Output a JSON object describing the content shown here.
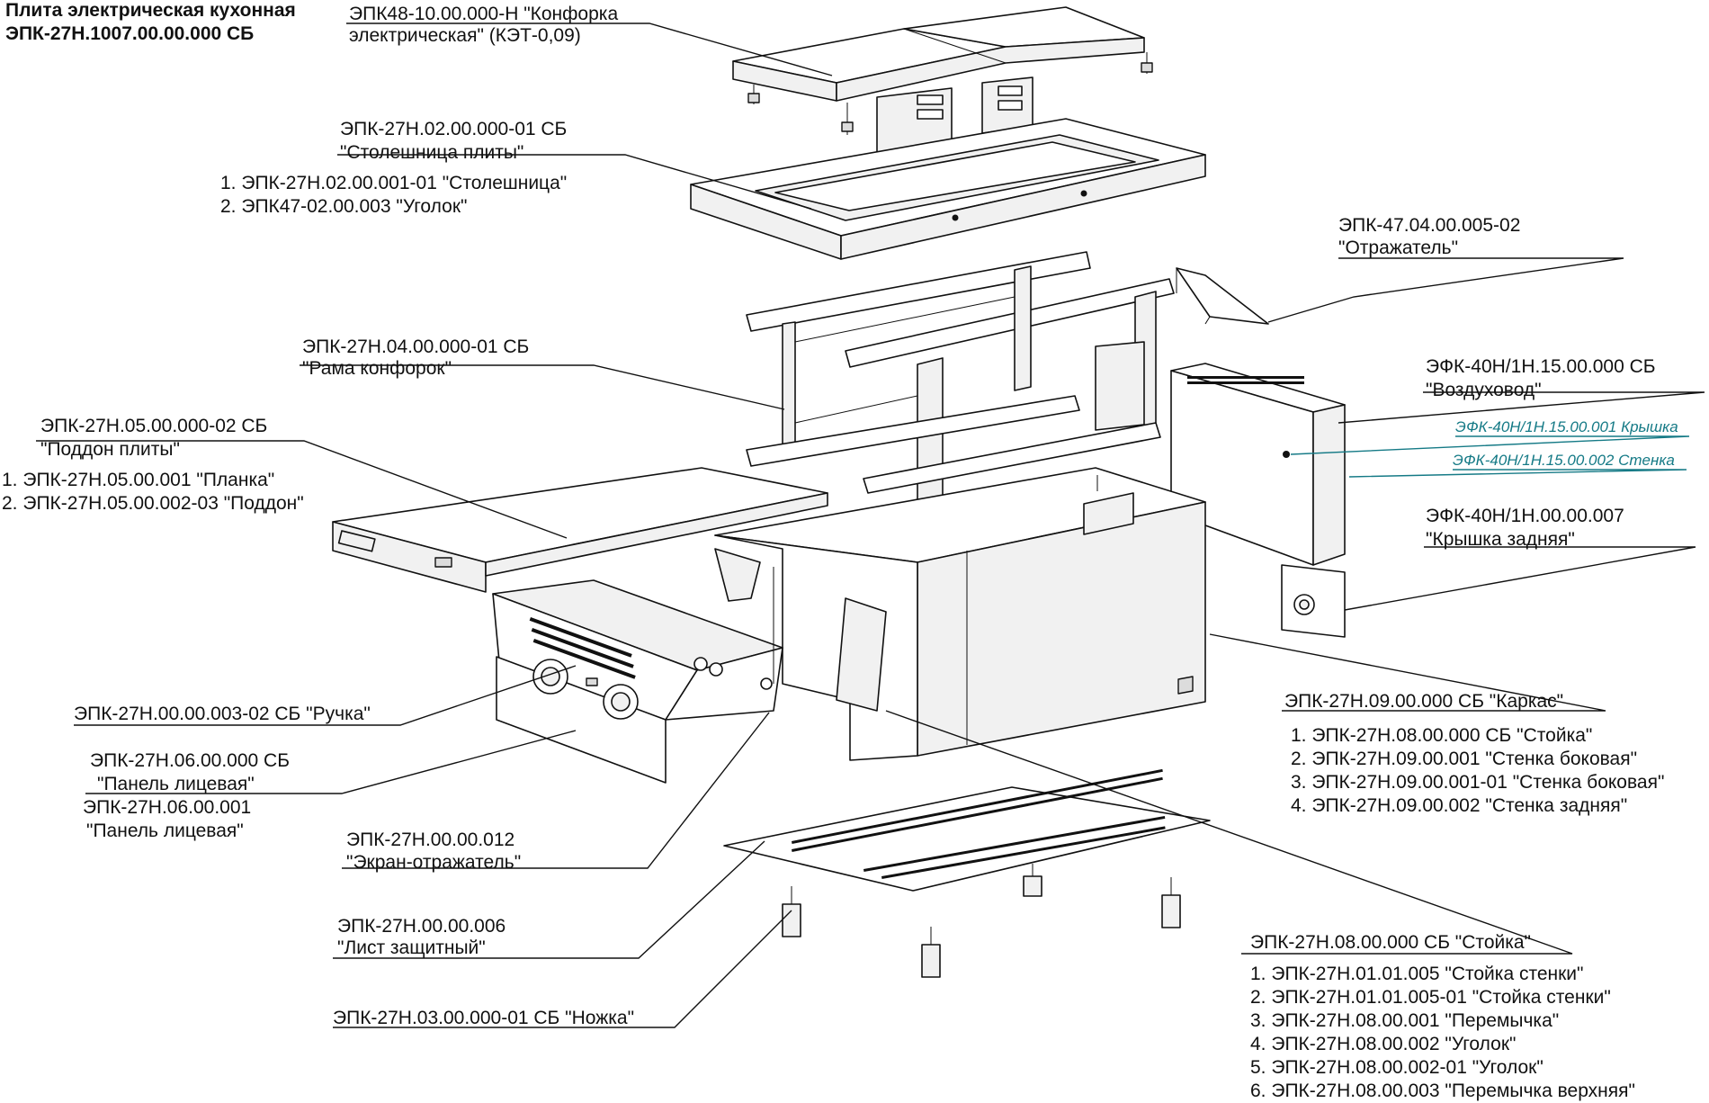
{
  "title": {
    "line1": "Плита электрическая кухонная",
    "line2": "ЭПК-27Н.1007.00.00.000 СБ"
  },
  "labels": {
    "burner_1": "ЭПК48-10.00.000-Н \"Конфорка",
    "burner_2": "электрическая\" (КЭТ-0,09)",
    "tabletop_1": "ЭПК-27Н.02.00.000-01 СБ",
    "tabletop_2": "\"Столешница плиты\"",
    "tabletop_3": "1. ЭПК-27Н.02.00.001-01 \"Столешница\"",
    "tabletop_4": "2. ЭПК47-02.00.003 \"Уголок\"",
    "reflector_1": "ЭПК-47.04.00.005-02",
    "reflector_2": "\"Отражатель\"",
    "frame_1": "ЭПК-27Н.04.00.000-01 СБ",
    "frame_2": "\"Рама конфорок\"",
    "duct_1": "ЭФК-40Н/1Н.15.00.000 СБ",
    "duct_2": "\"Воздуховод\"",
    "duct_3": "ЭФК-40Н/1Н.15.00.001 Крышка",
    "duct_4": "ЭФК-40Н/1Н.15.00.002 Стенка",
    "pan_1": "ЭПК-27Н.05.00.000-02 СБ",
    "pan_2": "\"Поддон плиты\"",
    "pan_3": "1. ЭПК-27Н.05.00.001 \"Планка\"",
    "pan_4": "2. ЭПК-27Н.05.00.002-03 \"Поддон\"",
    "backcover_1": "ЭФК-40Н/1Н.00.00.007",
    "backcover_2": "\"Крышка задняя\"",
    "handle_1": "ЭПК-27Н.00.00.003-02 СБ \"Ручка\"",
    "frontpanel_1": "ЭПК-27Н.06.00.000 СБ",
    "frontpanel_2": "\"Панель лицевая\"",
    "frontpanel_3": "ЭПК-27Н.06.00.001",
    "frontpanel_4": "\"Панель лицевая\"",
    "body_1": "ЭПК-27Н.09.00.000 СБ \"Каркас\"",
    "body_2": "1. ЭПК-27Н.08.00.000 СБ \"Стойка\"",
    "body_3": "2. ЭПК-27Н.09.00.001 \"Стенка боковая\"",
    "body_4": "3. ЭПК-27Н.09.00.001-01 \"Стенка боковая\"",
    "body_5": "4. ЭПК-27Н.09.00.002 \"Стенка задняя\"",
    "screen_1": "ЭПК-27Н.00.00.012",
    "screen_2": "\"Экран-отражатель\"",
    "sheet_1": "ЭПК-27Н.00.00.006",
    "sheet_2": "\"Лист защитный\"",
    "rack_1": "ЭПК-27Н.08.00.000 СБ \"Стойка\"",
    "rack_2": "1. ЭПК-27Н.01.01.005 \"Стойка стенки\"",
    "rack_3": "2. ЭПК-27Н.01.01.005-01 \"Стойка стенки\"",
    "rack_4": "3. ЭПК-27Н.08.00.001 \"Перемычка\"",
    "rack_5": "4. ЭПК-27Н.08.00.002 \"Уголок\"",
    "rack_6": "5. ЭПК-27Н.08.00.002-01 \"Уголок\"",
    "rack_7": "6. ЭПК-27Н.08.00.003 \"Перемычка верхняя\"",
    "leg_1": "ЭПК-27Н.03.00.000-01 СБ \"Ножка\""
  },
  "colors": {
    "line": "#111111",
    "teal_annotation": "#157a86"
  }
}
